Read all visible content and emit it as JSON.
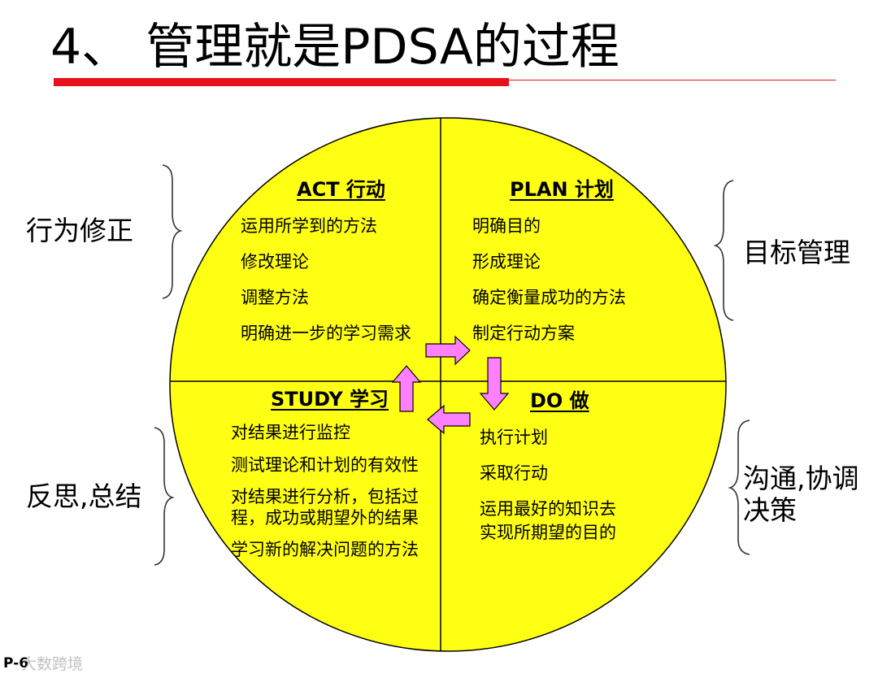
{
  "title": "4、 管理就是PDSA的过程",
  "colors": {
    "circle_fill": "#ffff14",
    "arrow_fill": "#ff80ff",
    "accent_red": "#e8101a"
  },
  "quadrants": {
    "act": {
      "heading": "ACT  行动",
      "items": [
        "运用所学到的方法",
        "修改理论",
        "调整方法",
        "明确进一步的学习需求"
      ]
    },
    "plan": {
      "heading": "PLAN  计划",
      "items": [
        "明确目的",
        "形成理论",
        "确定衡量成功的方法",
        "制定行动方案"
      ]
    },
    "study": {
      "heading": "STUDY  学习",
      "items": [
        "对结果进行监控",
        "测试理论和计划的有效性",
        "对结果进行分析，包括过",
        "程，成功或期望外的结果",
        "学习新的解决问题的方法"
      ]
    },
    "do": {
      "heading": "DO  做",
      "items": [
        "执行计划",
        "采取行动",
        "运用最好的知识去",
        "实现所期望的目的"
      ]
    }
  },
  "side_labels": {
    "left_top": "行为修正",
    "left_bottom": "反思,总结",
    "right_top": "目标管理",
    "right_bottom_line1": "沟通,协调",
    "right_bottom_line2": "决策"
  },
  "page_number": "P-6",
  "watermark": "大数跨境"
}
